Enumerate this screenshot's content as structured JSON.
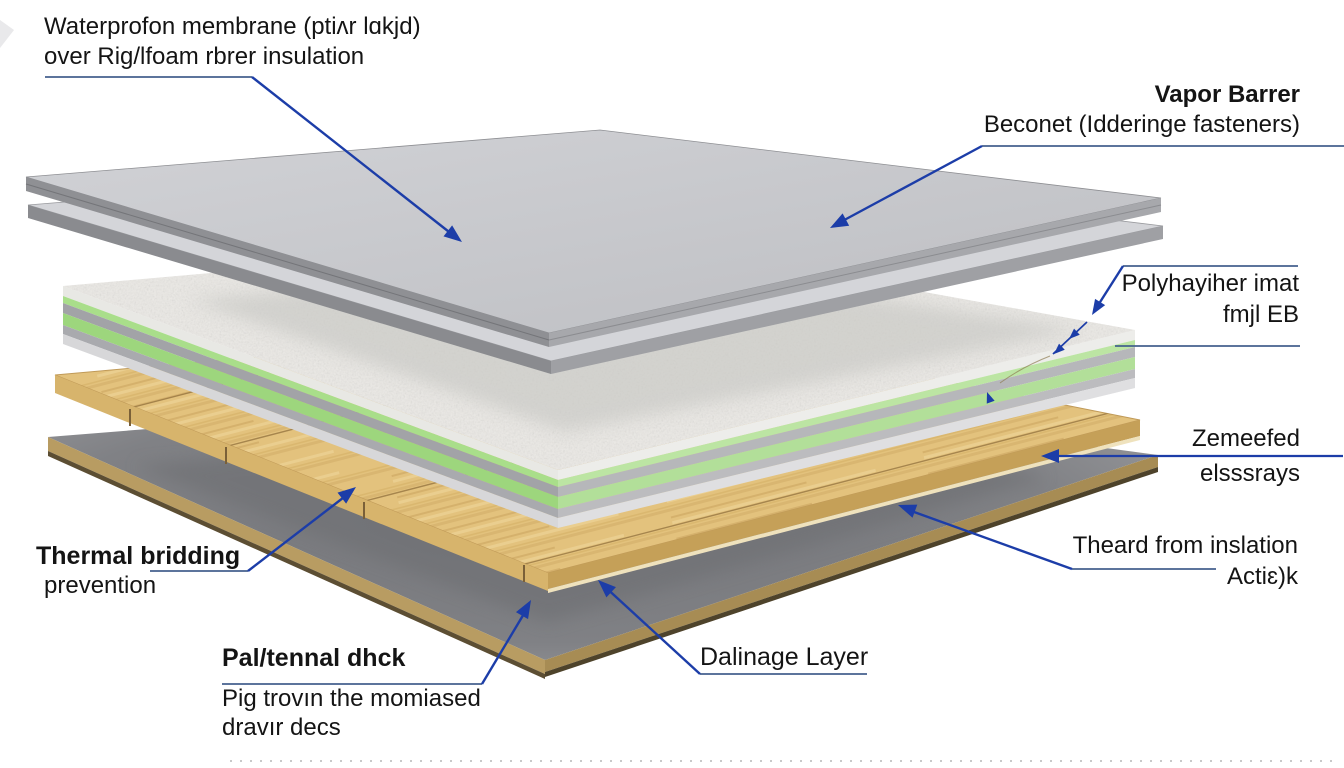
{
  "labels": {
    "waterproof_membrane": {
      "line1": "Waterprofon membrane (ptiʌr lɑkjd)",
      "line2": "over Rig/lfoam rbrer insulation"
    },
    "vapor_barrier": {
      "line1": "Vapor Barrer",
      "line2": "Beconet (Idderinge fasteners)"
    },
    "polyether_mat": {
      "line1": "Polyhayiher imat",
      "line2": "fmjl EB"
    },
    "cemented_screed": {
      "line1": "Zemeefed",
      "line2": "elsssrays"
    },
    "heat_insulation": {
      "line1": "Theard from inslation",
      "line2": "Actiɛ)k"
    },
    "thermal_bridging": {
      "line1": "Thermal bridding",
      "line2": "prevention"
    },
    "structural_deck": {
      "line1": "Pal/tennal dhck",
      "line2": "Pig trovın the momiased",
      "line3": "dravır decs"
    },
    "drainage_layer": {
      "line1": "Dalinage Layer"
    }
  },
  "layers": [
    {
      "name": "waterproof-membrane-plates",
      "color": "#c7c8cc"
    },
    {
      "name": "rigid-insulation-board",
      "color": "#ecece8"
    },
    {
      "name": "green-foam-interlayers",
      "color": "#a5db85"
    },
    {
      "name": "wood-plank-deck",
      "color": "#e2c17c"
    },
    {
      "name": "drainage-deck-layer",
      "color": "#85868a"
    }
  ],
  "colors": {
    "arrow_blue": "#1c3da8",
    "leader_line": "#44618e",
    "text": "#141414",
    "background": "#ffffff",
    "membrane_gray": "#c7c8cc",
    "insulation_white": "#ecece8",
    "foam_green": "#a5db85",
    "wood_tan": "#e2c17c",
    "deck_gray": "#85868a",
    "deck_edge_tan": "#b89c62"
  }
}
